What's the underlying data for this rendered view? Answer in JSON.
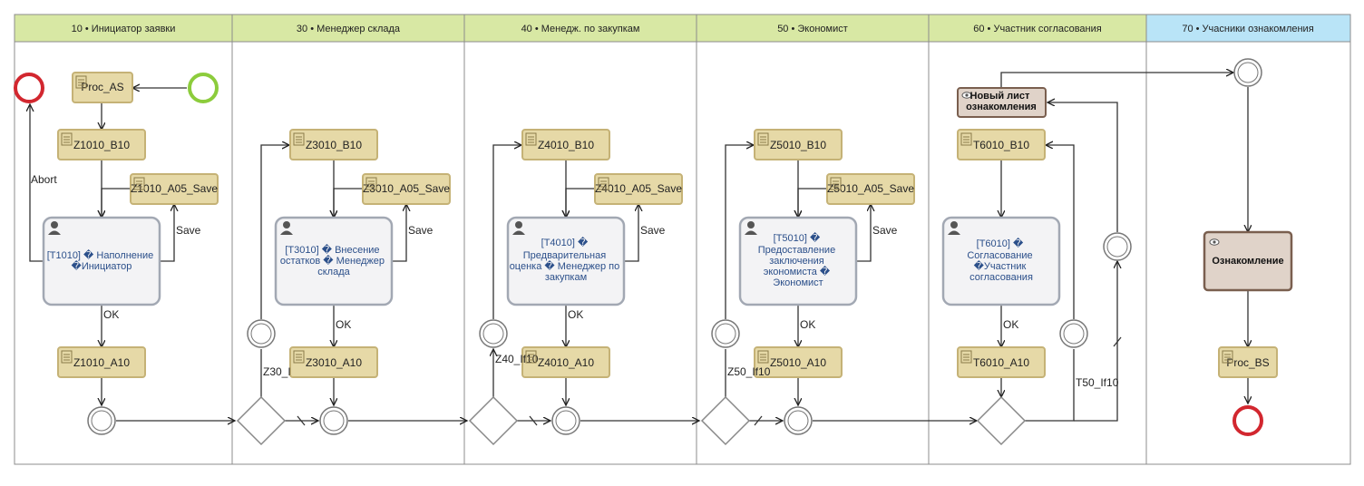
{
  "lanes": [
    {
      "id": "l10",
      "title": "10 • Инициатор заявки",
      "color": "#d8e8a4"
    },
    {
      "id": "l30",
      "title": "30 • Менеджер склада",
      "color": "#d8e8a4"
    },
    {
      "id": "l40",
      "title": "40 • Менедж. по закупкам",
      "color": "#d8e8a4"
    },
    {
      "id": "l50",
      "title": "50 • Экономист",
      "color": "#d8e8a4"
    },
    {
      "id": "l60",
      "title": "60 • Участник согласования",
      "color": "#d8e8a4"
    },
    {
      "id": "l70",
      "title": "70 • Учасники ознакомления",
      "color": "#b9e4f7"
    }
  ],
  "scripts": [
    {
      "id": "proc_as",
      "label": "Proc_AS"
    },
    {
      "id": "z1010_b10",
      "label": "Z1010_B10"
    },
    {
      "id": "z1010_a05",
      "label": "Z1010_A05_Save"
    },
    {
      "id": "z1010_a10",
      "label": "Z1010_A10"
    },
    {
      "id": "z3010_b10",
      "label": "Z3010_B10"
    },
    {
      "id": "z3010_a05",
      "label": "Z3010_A05_Save"
    },
    {
      "id": "z3010_a10",
      "label": "Z3010_A10"
    },
    {
      "id": "z4010_b10",
      "label": "Z4010_B10"
    },
    {
      "id": "z4010_a05",
      "label": "Z4010_A05_Save"
    },
    {
      "id": "z4010_a10",
      "label": "Z4010_A10"
    },
    {
      "id": "z5010_b10",
      "label": "Z5010_B10"
    },
    {
      "id": "z5010_a05",
      "label": "Z5010_A05_Save"
    },
    {
      "id": "z5010_a10",
      "label": "Z5010_A10"
    },
    {
      "id": "t6010_b10",
      "label": "T6010_B10"
    },
    {
      "id": "t6010_a10",
      "label": "T6010_A10"
    },
    {
      "id": "proc_bs",
      "label": "Proc_BS"
    }
  ],
  "tasks": [
    {
      "id": "t1010",
      "lines": [
        "[T1010] � Наполнение",
        "�Инициатор"
      ]
    },
    {
      "id": "t3010",
      "lines": [
        "[T3010] � Внесение",
        "остатков � Менеджер",
        "склада"
      ]
    },
    {
      "id": "t4010",
      "lines": [
        "[T4010] �",
        "Предварительная",
        "оценка � Менеджер по",
        "закупкам"
      ]
    },
    {
      "id": "t5010",
      "lines": [
        "[T5010] �",
        "Предоставление",
        "заключения",
        "экономиста �",
        "Экономист"
      ]
    },
    {
      "id": "t6010",
      "lines": [
        "[T6010] �",
        "Согласование",
        "�Участник",
        "согласования"
      ]
    }
  ],
  "info_boxes": [
    {
      "id": "new_list",
      "lines": [
        "Новый лист",
        "ознакомления"
      ]
    },
    {
      "id": "ozn",
      "lines": [
        "Ознакомление"
      ]
    }
  ],
  "flow_labels": {
    "abort": "Abort",
    "save1": "Save",
    "save3": "Save",
    "save4": "Save",
    "save5": "Save",
    "ok1": "OK",
    "ok3": "OK",
    "ok4": "OK",
    "ok5": "OK",
    "ok6": "OK",
    "z30": "Z30_I",
    "z40": "Z40_If10",
    "z50": "Z50_If10",
    "t50": "T50_If10"
  },
  "colors": {
    "script_fill": "#e6d9a7",
    "script_stroke": "#c5b276",
    "task_fill": "#f3f3f5",
    "task_stroke": "#a2a8b3",
    "info_fill": "#e0d3c9",
    "info_stroke": "#7a5f4f",
    "start_stroke": "#8ccc3c",
    "end_stroke": "#d2272f",
    "line": "#333333",
    "lane_border": "#8c8c8c"
  }
}
